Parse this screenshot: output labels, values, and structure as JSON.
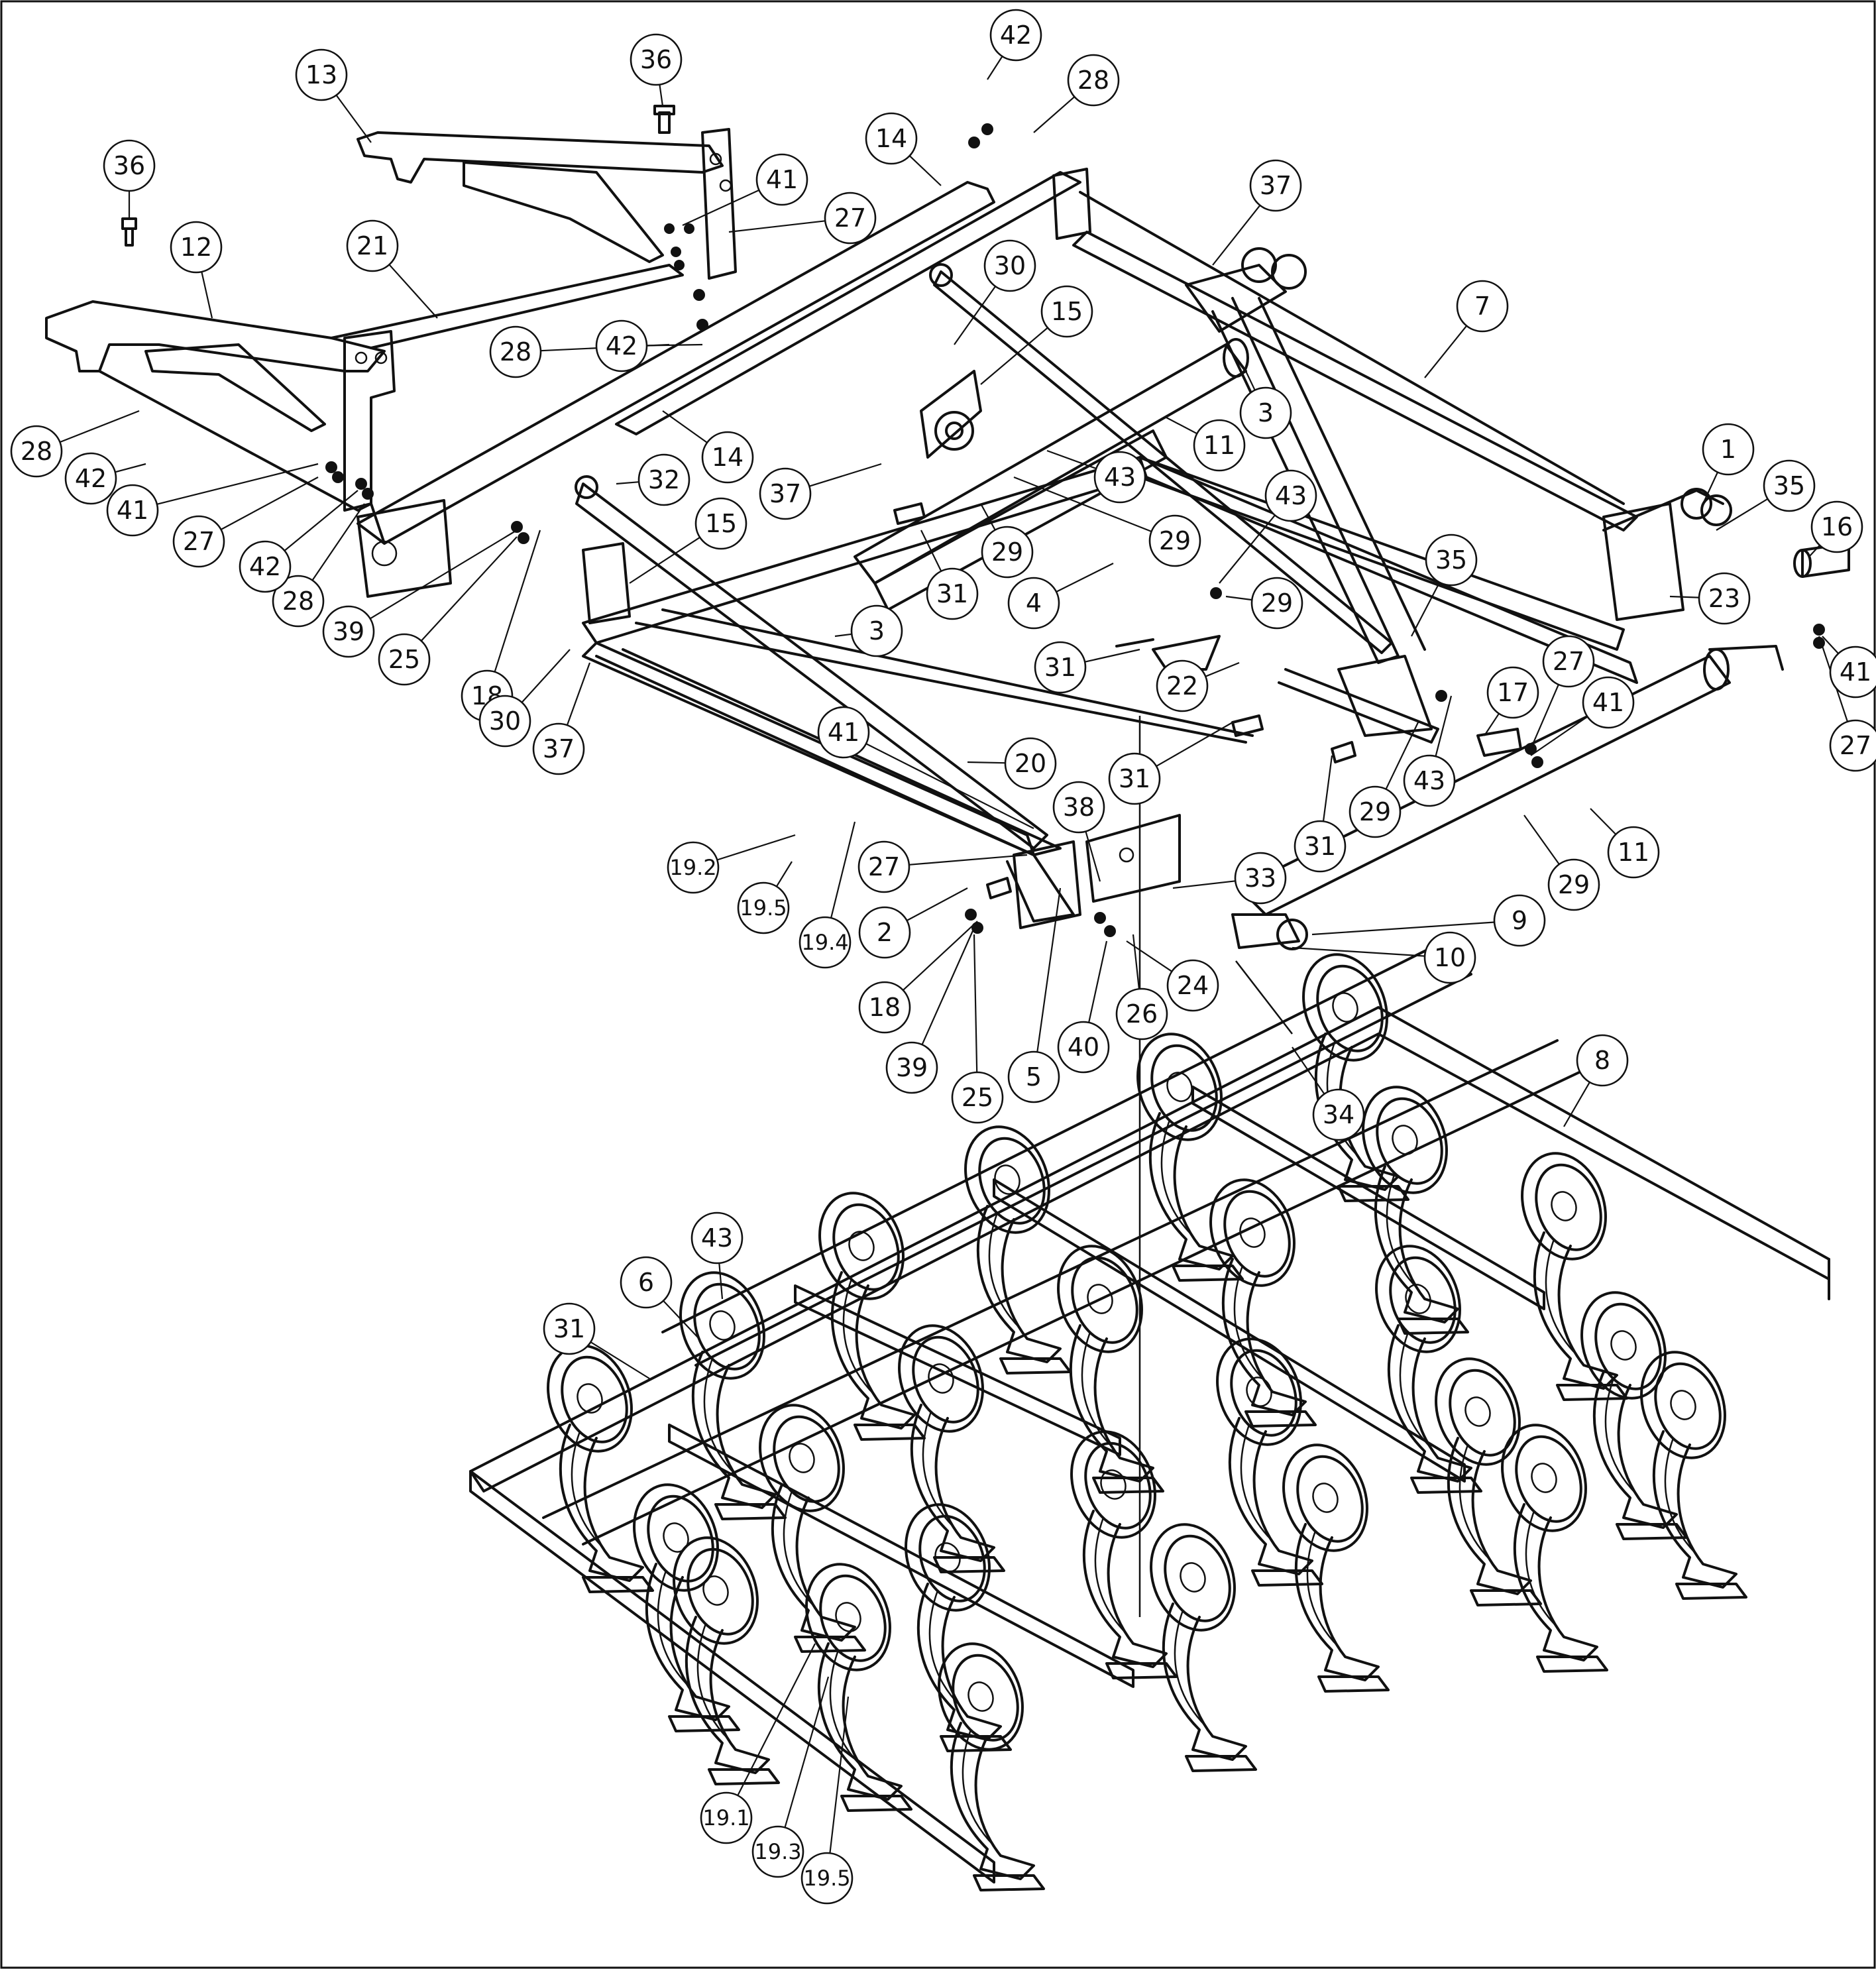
{
  "diagram": {
    "type": "exploded-parts-drawing",
    "line_color": "#111111",
    "background": "#ffffff",
    "callouts": [
      {
        "id": "c1",
        "text": "1"
      },
      {
        "id": "c2",
        "text": "2"
      },
      {
        "id": "c3a",
        "text": "3"
      },
      {
        "id": "c3b",
        "text": "3"
      },
      {
        "id": "c4",
        "text": "4"
      },
      {
        "id": "c5",
        "text": "5"
      },
      {
        "id": "c6",
        "text": "6"
      },
      {
        "id": "c7",
        "text": "7"
      },
      {
        "id": "c8",
        "text": "8"
      },
      {
        "id": "c9",
        "text": "9"
      },
      {
        "id": "c10",
        "text": "10"
      },
      {
        "id": "c11a",
        "text": "11"
      },
      {
        "id": "c11b",
        "text": "11"
      },
      {
        "id": "c12",
        "text": "12"
      },
      {
        "id": "c13",
        "text": "13"
      },
      {
        "id": "c14a",
        "text": "14"
      },
      {
        "id": "c14b",
        "text": "14"
      },
      {
        "id": "c15a",
        "text": "15"
      },
      {
        "id": "c15b",
        "text": "15"
      },
      {
        "id": "c16",
        "text": "16"
      },
      {
        "id": "c17",
        "text": "17"
      },
      {
        "id": "c18a",
        "text": "18"
      },
      {
        "id": "c18b",
        "text": "18"
      },
      {
        "id": "c19_1",
        "text": "19.1"
      },
      {
        "id": "c19_2",
        "text": "19.2"
      },
      {
        "id": "c19_3",
        "text": "19.3"
      },
      {
        "id": "c19_4",
        "text": "19.4"
      },
      {
        "id": "c19_5a",
        "text": "19.5"
      },
      {
        "id": "c19_5b",
        "text": "19.5"
      },
      {
        "id": "c20",
        "text": "20"
      },
      {
        "id": "c21",
        "text": "21"
      },
      {
        "id": "c22",
        "text": "22"
      },
      {
        "id": "c23",
        "text": "23"
      },
      {
        "id": "c24",
        "text": "24"
      },
      {
        "id": "c25a",
        "text": "25"
      },
      {
        "id": "c25b",
        "text": "25"
      },
      {
        "id": "c26",
        "text": "26"
      },
      {
        "id": "c27a",
        "text": "27"
      },
      {
        "id": "c27b",
        "text": "27"
      },
      {
        "id": "c27c",
        "text": "27"
      },
      {
        "id": "c27d",
        "text": "27"
      },
      {
        "id": "c27e",
        "text": "27"
      },
      {
        "id": "c28a",
        "text": "28"
      },
      {
        "id": "c28b",
        "text": "28"
      },
      {
        "id": "c28c",
        "text": "28"
      },
      {
        "id": "c28d",
        "text": "28"
      },
      {
        "id": "c29a",
        "text": "29"
      },
      {
        "id": "c29b",
        "text": "29"
      },
      {
        "id": "c29c",
        "text": "29"
      },
      {
        "id": "c29d",
        "text": "29"
      },
      {
        "id": "c29e",
        "text": "29"
      },
      {
        "id": "c30a",
        "text": "30"
      },
      {
        "id": "c30b",
        "text": "30"
      },
      {
        "id": "c31a",
        "text": "31"
      },
      {
        "id": "c31b",
        "text": "31"
      },
      {
        "id": "c31c",
        "text": "31"
      },
      {
        "id": "c31d",
        "text": "31"
      },
      {
        "id": "c31e",
        "text": "31"
      },
      {
        "id": "c32",
        "text": "32"
      },
      {
        "id": "c33",
        "text": "33"
      },
      {
        "id": "c34",
        "text": "34"
      },
      {
        "id": "c35a",
        "text": "35"
      },
      {
        "id": "c35b",
        "text": "35"
      },
      {
        "id": "c36a",
        "text": "36"
      },
      {
        "id": "c36b",
        "text": "36"
      },
      {
        "id": "c37a",
        "text": "37"
      },
      {
        "id": "c37b",
        "text": "37"
      },
      {
        "id": "c37c",
        "text": "37"
      },
      {
        "id": "c38",
        "text": "38"
      },
      {
        "id": "c39a",
        "text": "39"
      },
      {
        "id": "c39b",
        "text": "39"
      },
      {
        "id": "c40",
        "text": "40"
      },
      {
        "id": "c41a",
        "text": "41"
      },
      {
        "id": "c41b",
        "text": "41"
      },
      {
        "id": "c41c",
        "text": "41"
      },
      {
        "id": "c41d",
        "text": "41"
      },
      {
        "id": "c41e",
        "text": "41"
      },
      {
        "id": "c42a",
        "text": "42"
      },
      {
        "id": "c42b",
        "text": "42"
      },
      {
        "id": "c42c",
        "text": "42"
      },
      {
        "id": "c42d",
        "text": "42"
      },
      {
        "id": "c43a",
        "text": "43"
      },
      {
        "id": "c43b",
        "text": "43"
      },
      {
        "id": "c43c",
        "text": "43"
      },
      {
        "id": "c43d",
        "text": "43"
      }
    ]
  }
}
